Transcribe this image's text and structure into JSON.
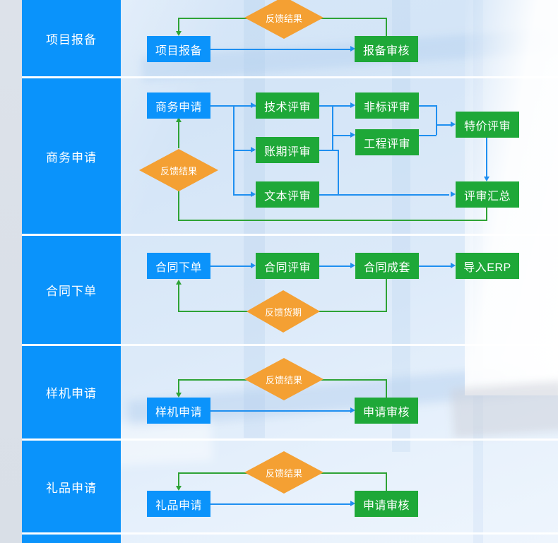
{
  "palette": {
    "blue_node": "#0b93fb",
    "green_node": "#1ea838",
    "orange_diamond": "#f4a033",
    "blue_line": "#1f8ff0",
    "green_line": "#2ea336",
    "category_blue": "#0a93fb",
    "left_margin": "#dae0e8",
    "canvas_blue": "#d9e8f8"
  },
  "rows": [
    {
      "category": "项目报备",
      "nodes": [
        {
          "label": "项目报备",
          "type": "blue"
        },
        {
          "label": "报备审核",
          "type": "green"
        }
      ],
      "diamonds": [
        {
          "label": "反馈结果"
        }
      ]
    },
    {
      "category": "商务申请",
      "nodes": [
        {
          "label": "商务申请",
          "type": "blue"
        },
        {
          "label": "技术评审",
          "type": "green"
        },
        {
          "label": "账期评审",
          "type": "green"
        },
        {
          "label": "文本评审",
          "type": "green"
        },
        {
          "label": "非标评审",
          "type": "green"
        },
        {
          "label": "工程评审",
          "type": "green"
        },
        {
          "label": "特价评审",
          "type": "green"
        },
        {
          "label": "评审汇总",
          "type": "green"
        }
      ],
      "diamonds": [
        {
          "label": "反馈结果"
        }
      ]
    },
    {
      "category": "合同下单",
      "nodes": [
        {
          "label": "合同下单",
          "type": "blue"
        },
        {
          "label": "合同评审",
          "type": "green"
        },
        {
          "label": "合同成套",
          "type": "green"
        },
        {
          "label": "导入ERP",
          "type": "green"
        }
      ],
      "diamonds": [
        {
          "label": "反馈货期"
        }
      ]
    },
    {
      "category": "样机申请",
      "nodes": [
        {
          "label": "样机申请",
          "type": "blue"
        },
        {
          "label": "申请审核",
          "type": "green"
        }
      ],
      "diamonds": [
        {
          "label": "反馈结果"
        }
      ]
    },
    {
      "category": "礼品申请",
      "nodes": [
        {
          "label": "礼品申请",
          "type": "blue"
        },
        {
          "label": "申请审核",
          "type": "green"
        }
      ],
      "diamonds": [
        {
          "label": "反馈结果"
        }
      ]
    },
    {
      "category": "",
      "nodes": [],
      "diamonds": []
    }
  ]
}
